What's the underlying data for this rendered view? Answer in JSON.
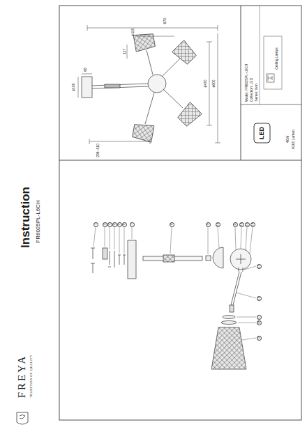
{
  "diagram": {
    "title": "Instruction",
    "labels": [
      "FR6025PL-L6CH",
      "FREYA",
      "TRADITION OF QUALITY",
      "670",
      "ϕ115",
      "117",
      "ϕ100",
      "68",
      "ϕ470",
      "ϕ600",
      "296~510",
      "Model: FR6025PL-L6CH",
      "Collection: LED",
      "Series: Iron",
      "Ceiling Lamps",
      "LED",
      "40W",
      "4100 Lumen",
      "1",
      "2",
      "3",
      "4",
      "5",
      "6",
      "7",
      "8",
      "9",
      "10",
      "11",
      "12",
      "13",
      "14",
      "15",
      "16",
      "17",
      "18",
      "19"
    ]
  }
}
